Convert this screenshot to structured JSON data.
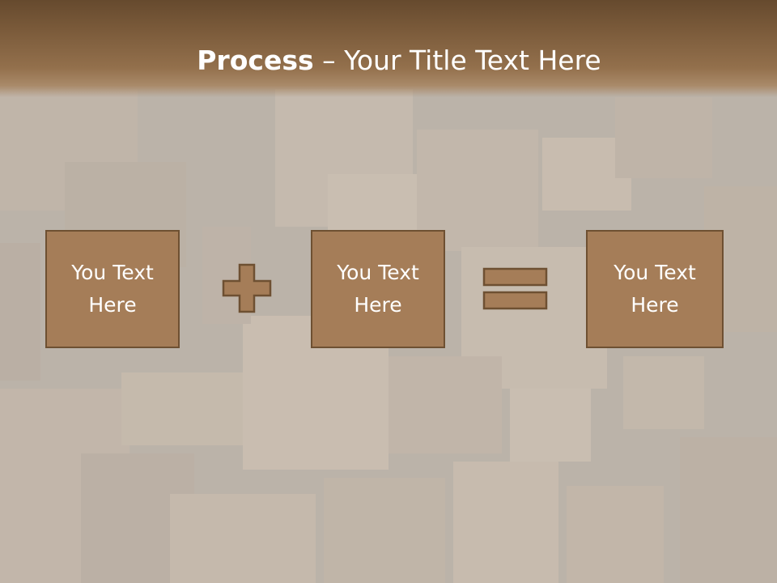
{
  "slide": {
    "title_bold": "Process",
    "title_rest": " – Your Title Text Here"
  },
  "process": {
    "box1": "You Text\nHere",
    "box2": "You Text\nHere",
    "box3": "You Text\nHere",
    "plus_icon": "plus-icon",
    "equals_icon": "equals-icon"
  },
  "colors": {
    "header": "#7a5a3a",
    "box_fill": "#a57d58",
    "box_border": "#6e5032",
    "text": "#ffffff"
  }
}
